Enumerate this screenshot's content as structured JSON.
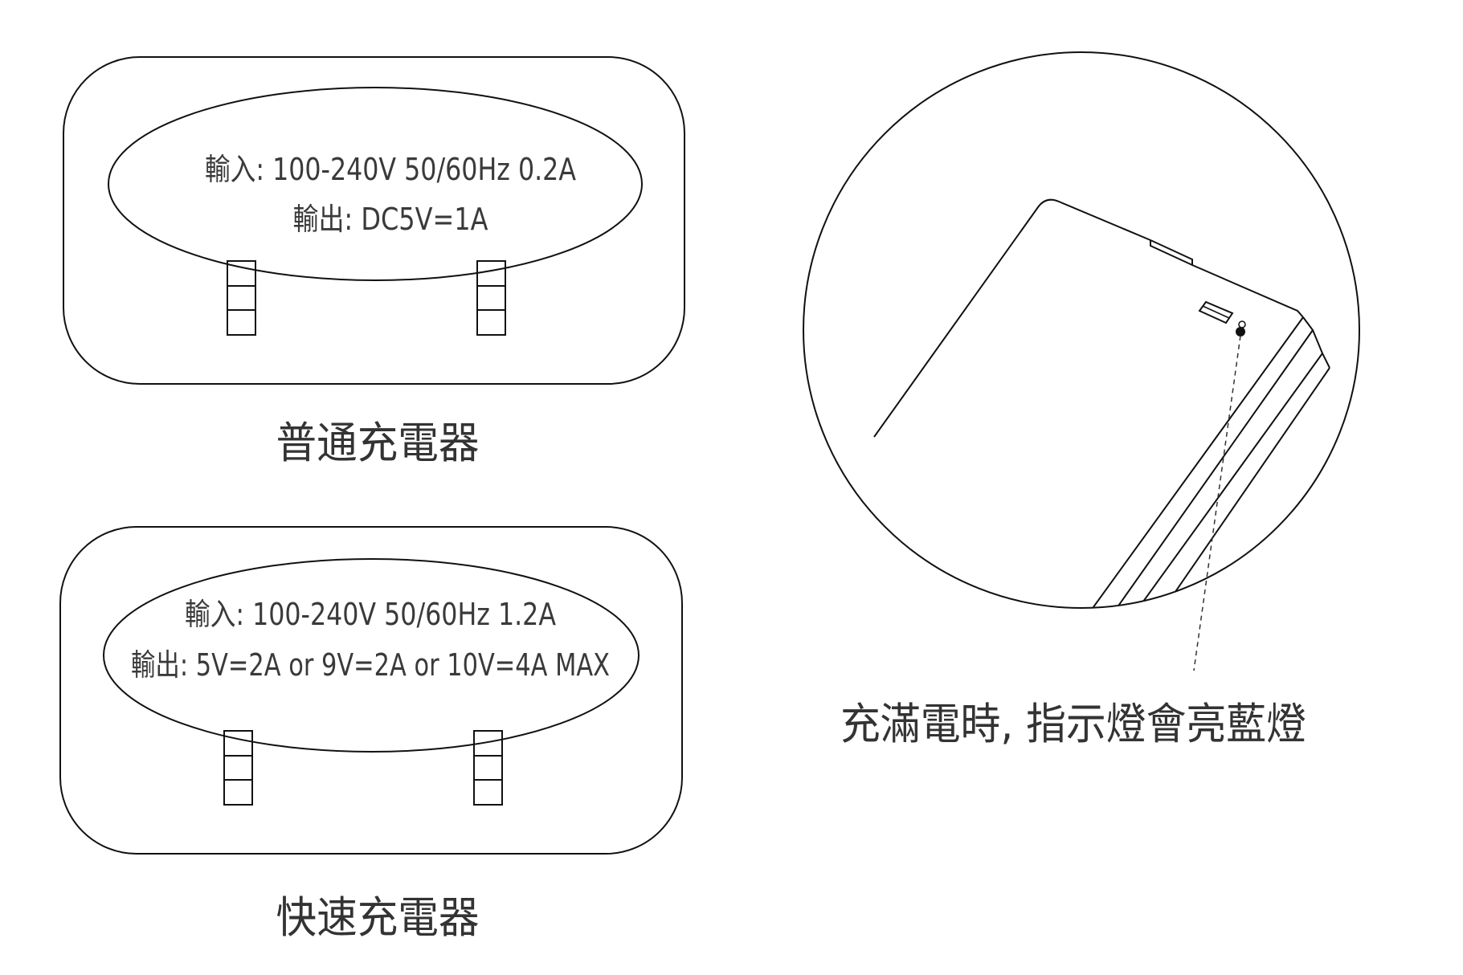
{
  "normal_charger": {
    "input_spec": "輸入: 100-240V 50/60Hz 0.2A",
    "output_spec": "輸出: DC5V=1A",
    "caption": "普通充電器"
  },
  "fast_charger": {
    "input_spec": "輸入: 100-240V 50/60Hz 1.2A",
    "output_spec": "輸出: 5V=2A or 9V=2A or 10V=4A MAX",
    "caption": "快速充電器"
  },
  "indicator": {
    "caption": "充滿電時, 指示燈會亮藍燈"
  }
}
